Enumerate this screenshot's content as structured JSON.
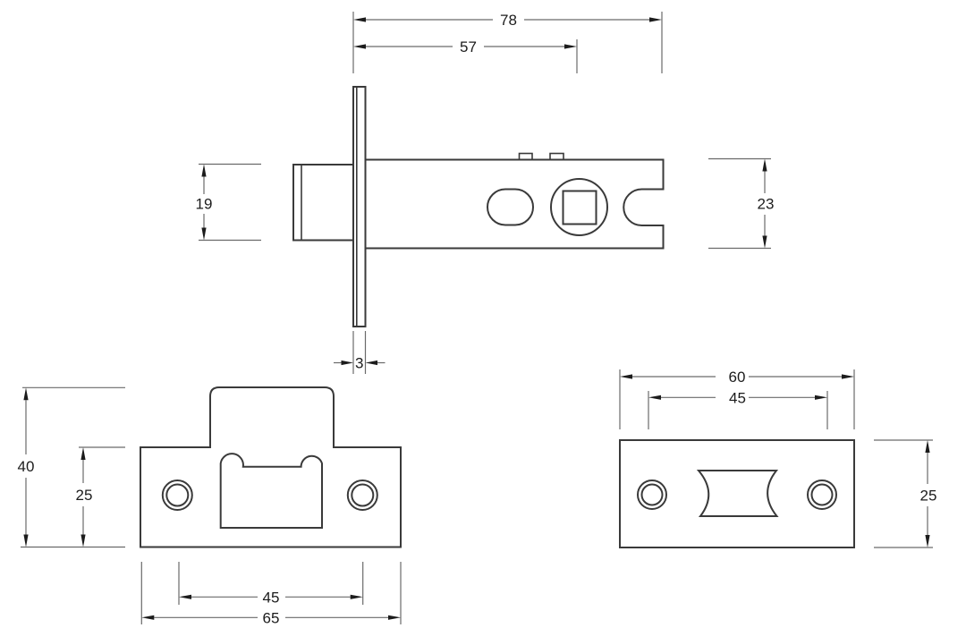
{
  "colors": {
    "background": "#ffffff",
    "part_outline": "#3a3a3a",
    "dimension_line": "#6a6a6a",
    "arrow_and_text": "#1c1c1c"
  },
  "views": {
    "latch_side_view": {
      "dims": {
        "overall_length": "78",
        "backset": "57",
        "latchbolt_height": "19",
        "case_height": "23",
        "faceplate_thickness": "3"
      }
    },
    "strike_plate_tabbed": {
      "dims": {
        "overall_height": "40",
        "plate_height": "25",
        "screw_hole_spacing": "45",
        "overall_width": "65"
      }
    },
    "strike_plate_flat": {
      "dims": {
        "overall_width": "60",
        "screw_hole_spacing": "45",
        "plate_height": "25"
      }
    }
  }
}
